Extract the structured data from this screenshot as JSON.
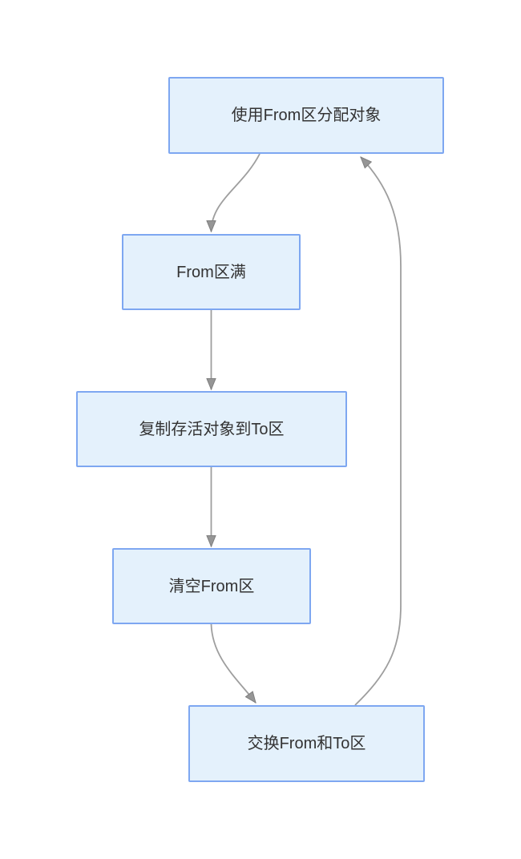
{
  "diagram": {
    "type": "flowchart",
    "background_color": "#ffffff",
    "node_style": {
      "fill": "#e4f1fc",
      "border": "#7ea7f1",
      "text_color": "#333333"
    },
    "edge_style": {
      "line_color": "#9e9e9e",
      "arrowhead_color": "#969696"
    },
    "nodes": [
      {
        "id": "allocate",
        "label": "使用From区分配对象"
      },
      {
        "id": "from-full",
        "label": "From区满"
      },
      {
        "id": "copy-live",
        "label": "复制存活对象到To区"
      },
      {
        "id": "clear-from",
        "label": "清空From区"
      },
      {
        "id": "swap",
        "label": "交换From和To区"
      }
    ],
    "edges": [
      {
        "from": "allocate",
        "to": "from-full",
        "shape": "curved"
      },
      {
        "from": "from-full",
        "to": "copy-live",
        "shape": "straight"
      },
      {
        "from": "copy-live",
        "to": "clear-from",
        "shape": "straight"
      },
      {
        "from": "clear-from",
        "to": "swap",
        "shape": "curved"
      },
      {
        "from": "swap",
        "to": "allocate",
        "shape": "curved-loop-right"
      }
    ]
  }
}
